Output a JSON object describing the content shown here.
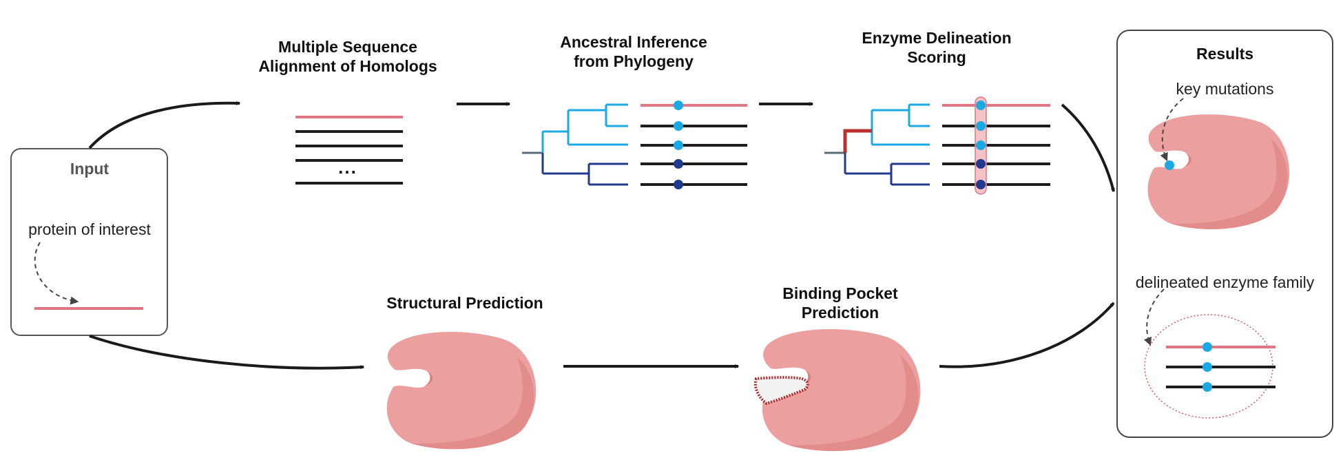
{
  "steps": {
    "input": {
      "title": "Input",
      "note": "protein of interest"
    },
    "msa": {
      "title_line1": "Multiple Sequence",
      "title_line2": "Alignment of Homologs",
      "ellipsis": "..."
    },
    "asr": {
      "title_line1": "Ancestral Inference",
      "title_line2": "from Phylogeny"
    },
    "eds": {
      "title_line1": "Enzyme Delineation",
      "title_line2": "Scoring"
    },
    "structure": {
      "title": "Structural Prediction"
    },
    "pocket": {
      "title_line1": "Binding Pocket",
      "title_line2": "Prediction"
    },
    "results": {
      "title": "Results",
      "note_mutations": "key mutations",
      "note_family": "delineated enzyme family"
    }
  },
  "colors": {
    "query_sequence": "#e07583",
    "homolog_sequence": "#1c1c1c",
    "clade_light": "#1ba9e4",
    "clade_dark": "#213a8f",
    "ancestral_branch": "#b8312f",
    "protein_body": "#eba09f",
    "protein_shadow": "#e28c8c",
    "pocket_outline": "#a3262a"
  }
}
